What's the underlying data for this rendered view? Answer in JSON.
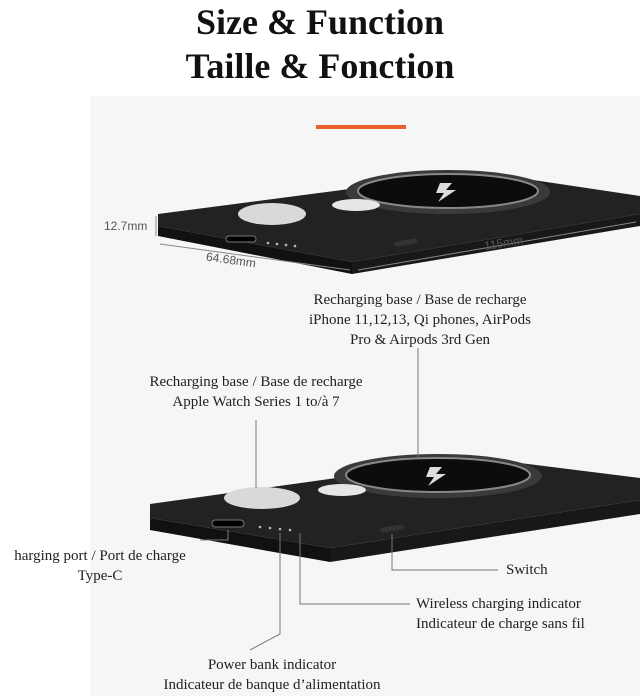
{
  "header": {
    "title_en": "Size & Function",
    "title_fr": "Taille & Fonction",
    "accent_color": "#e8622c"
  },
  "dimensions": {
    "height": "12.7mm",
    "width": "64.68mm",
    "length": "115mm"
  },
  "callouts": {
    "phone_base": {
      "line1": "Recharging base / Base de recharge",
      "line2": "iPhone 11,12,13, Qi phones, AirPods",
      "line3": "Pro & Airpods 3rd Gen"
    },
    "watch_base": {
      "line1": "Recharging base / Base de recharge",
      "line2": "Apple Watch Series 1 to/à 7"
    },
    "charging_port": {
      "line1": "harging port / Port de charge",
      "line2": "Type-C"
    },
    "switch": {
      "line1": "Switch"
    },
    "wireless_indicator": {
      "line1": "Wireless charging indicator",
      "line2": "Indicateur de charge sans fil"
    },
    "power_indicator": {
      "line1": "Power bank indicator",
      "line2": "Indicateur de banque d’alimentation"
    }
  },
  "icons": {
    "charging_pad": "lightning-bolt-icon",
    "watch_pad": "watch-puck-icon"
  },
  "colors": {
    "device_body": "#1c1c1c",
    "pad_ring": "#555555",
    "watch_puck": "#d8d8d8"
  }
}
